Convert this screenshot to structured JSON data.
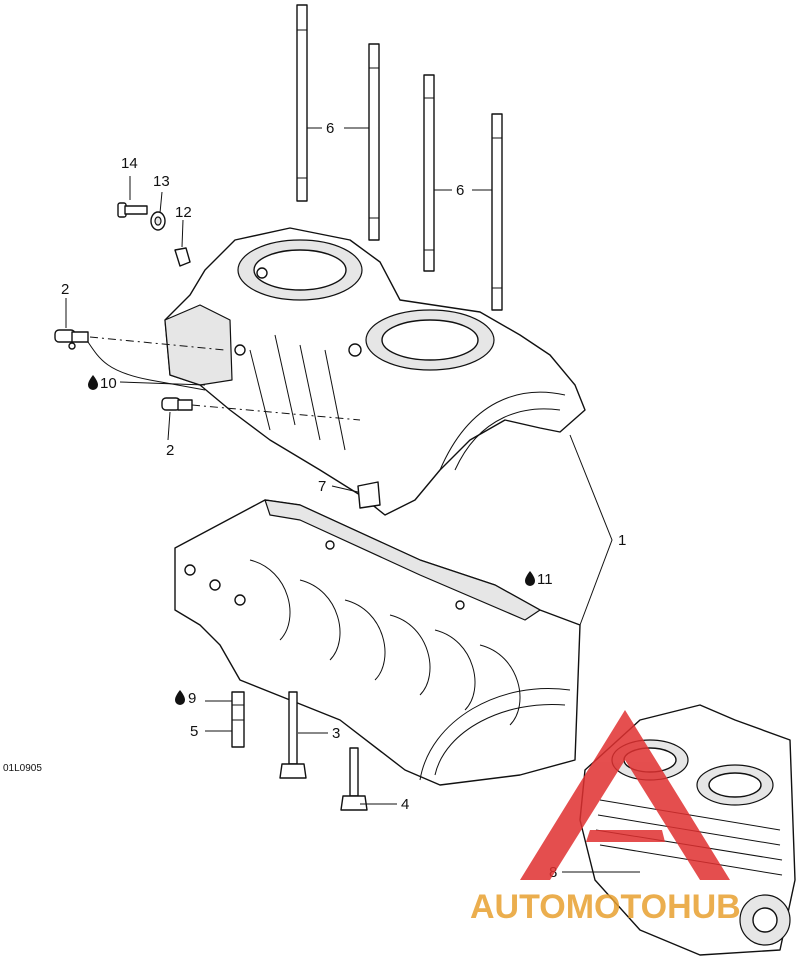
{
  "callouts": {
    "c1": "1",
    "c2a": "2",
    "c2b": "2",
    "c3": "3",
    "c4": "4",
    "c5": "5",
    "c6a": "6",
    "c6b": "6",
    "c7": "7",
    "c8": "8",
    "c9": "9",
    "c10": "10",
    "c11": "11",
    "c12": "12",
    "c13": "13",
    "c14": "14"
  },
  "reference_code": "01L0905",
  "watermark": {
    "text": "AUTOMOTOHUB",
    "color_primary": "#e8a030",
    "color_triangle": "#e03030"
  },
  "icons": {
    "oil_drop": "oil-drop-icon"
  }
}
